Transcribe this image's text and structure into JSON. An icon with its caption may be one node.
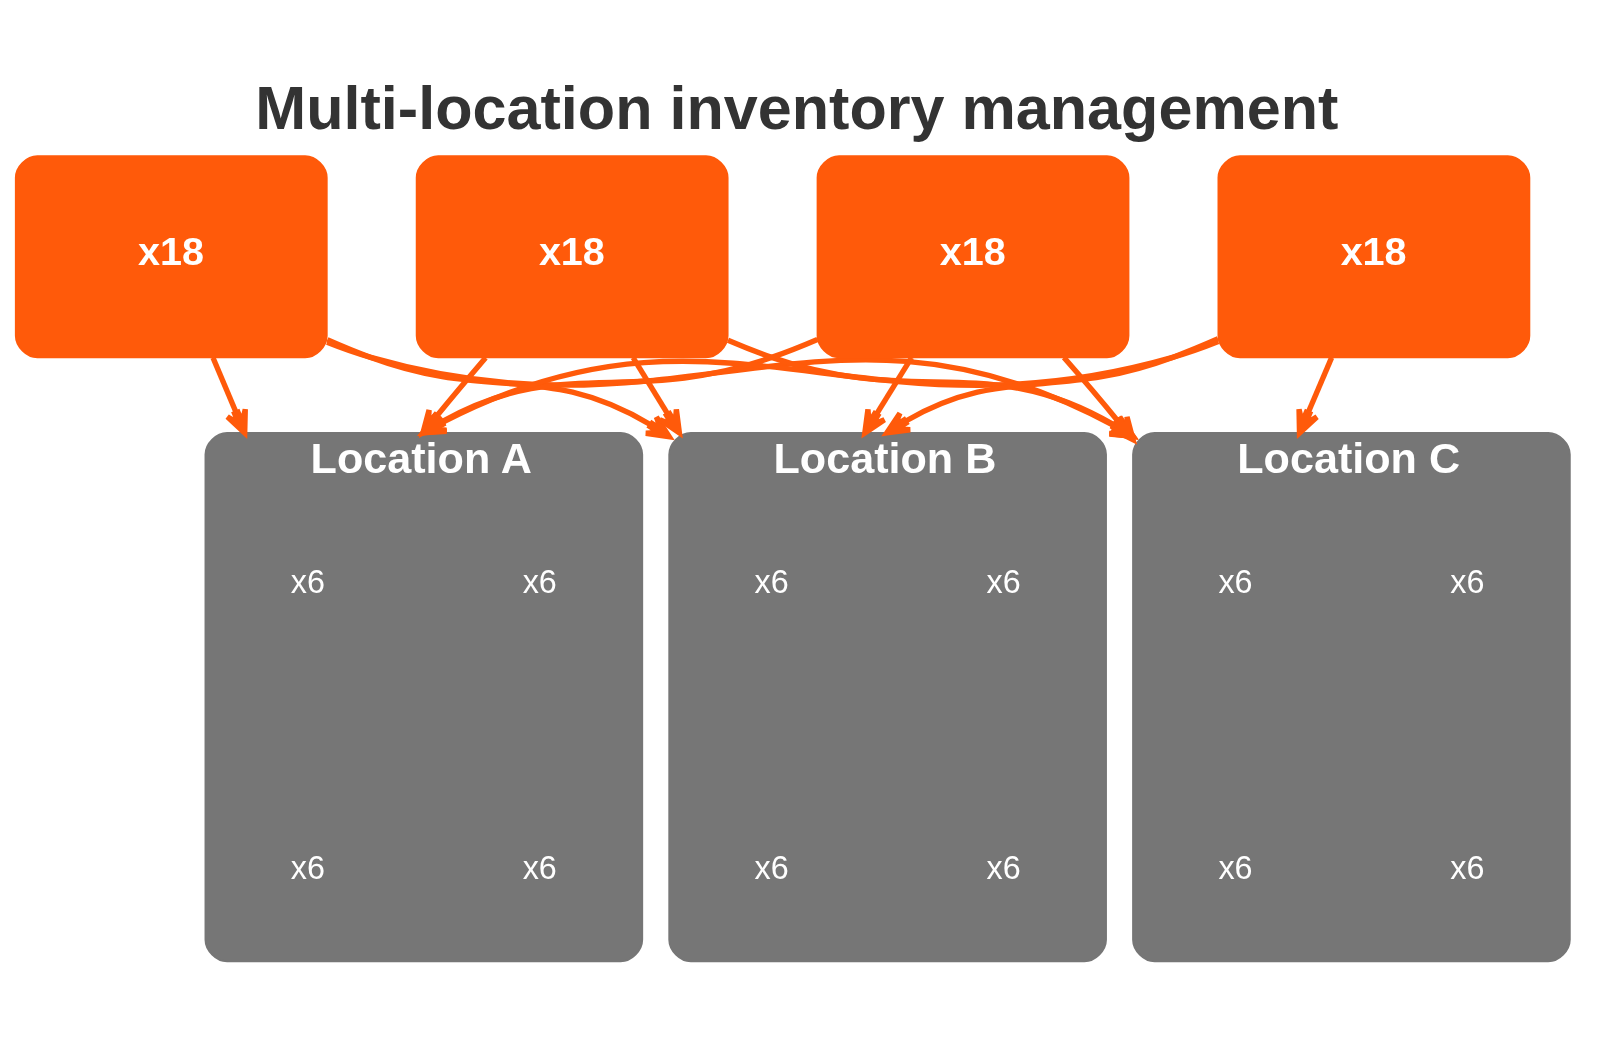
{
  "diagram": {
    "title": "Multi-location inventory management",
    "nodes": [
      {
        "text": [
          "x18"
        ]
      },
      {
        "text": [
          "x18"
        ]
      },
      {
        "text": [
          "x18"
        ]
      },
      {
        "text": [
          "x18"
        ]
      },
      {
        "text": [
          "Location A"
        ]
      },
      {
        "text": [
          "x6"
        ],
        "in": 4
      },
      {
        "text": [
          "x6"
        ],
        "in": 4
      },
      {
        "text": [
          "x6"
        ],
        "in": 4
      },
      {
        "text": [
          "x6"
        ],
        "in": 4
      },
      {
        "text": [
          "Location B"
        ]
      },
      {
        "text": [
          "x6"
        ],
        "in": 9
      },
      {
        "text": [
          "x6"
        ],
        "in": 9
      },
      {
        "text": [
          "x6"
        ],
        "in": 9
      },
      {
        "text": [
          "x6"
        ],
        "in": 9
      },
      {
        "text": [
          "Location C"
        ]
      },
      {
        "text": [
          "x6"
        ],
        "in": 14
      },
      {
        "text": [
          "x6"
        ],
        "in": 14
      },
      {
        "text": [
          "x6"
        ],
        "in": 14
      },
      {
        "text": [
          "x6"
        ],
        "in": 14
      }
    ],
    "edges": [
      {
        "from": 0,
        "to": 4,
        "arrow": "to"
      },
      {
        "from": 0,
        "to": 9,
        "arrow": "to"
      },
      {
        "from": 0,
        "to": 14,
        "arrow": "to"
      },
      {
        "from": 1,
        "to": 4,
        "arrow": "to"
      },
      {
        "from": 1,
        "to": 9,
        "arrow": "to"
      },
      {
        "from": 1,
        "to": 14,
        "arrow": "to"
      },
      {
        "from": 2,
        "to": 4,
        "arrow": "to"
      },
      {
        "from": 2,
        "to": 9,
        "arrow": "to"
      },
      {
        "from": 2,
        "to": 14,
        "arrow": "to"
      },
      {
        "from": 3,
        "to": 4,
        "arrow": "to"
      },
      {
        "from": 3,
        "to": 9,
        "arrow": "to"
      },
      {
        "from": 3,
        "to": 14,
        "arrow": "to"
      }
    ]
  }
}
